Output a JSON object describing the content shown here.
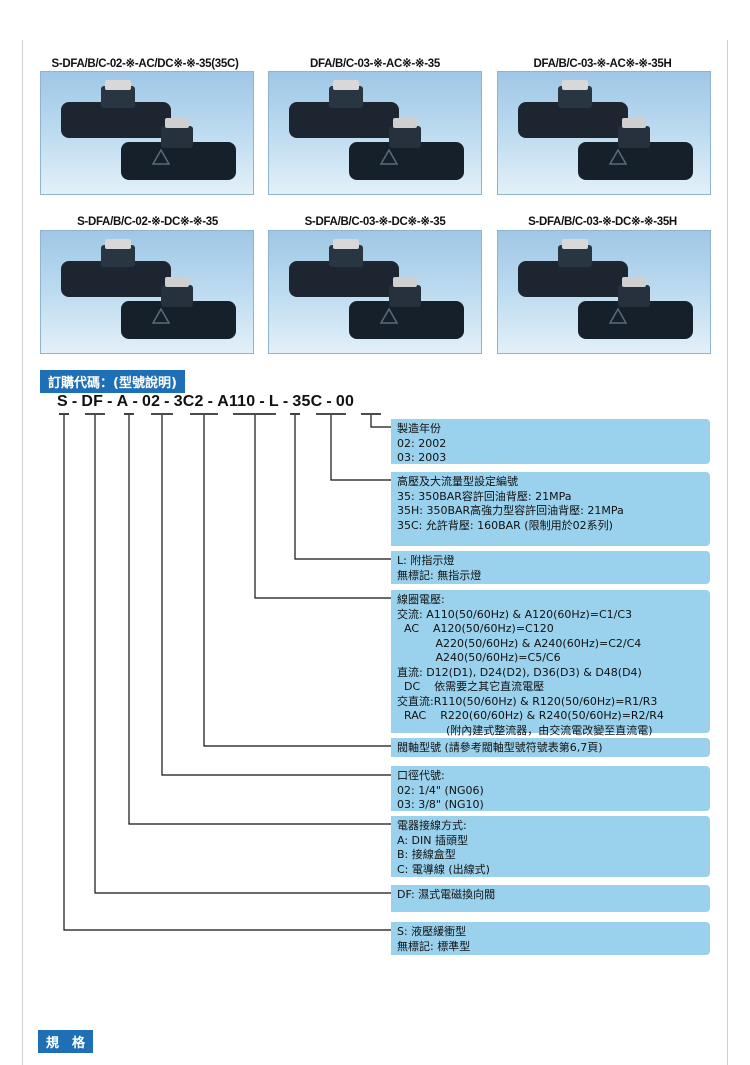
{
  "captions": [
    "S-DFA/B/C-02-※-AC/DC※-※-35(35C)",
    "DFA/B/C-03-※-AC※-※-35",
    "DFA/B/C-03-※-AC※-※-35H",
    "S-DFA/B/C-02-※-DC※-※-35",
    "S-DFA/B/C-03-※-DC※-※-35",
    "S-DFA/B/C-03-※-DC※-※-35H"
  ],
  "order_title": "訂購代碼：(型號說明)",
  "code_parts": [
    "S",
    "-",
    "DF",
    "-",
    "A",
    "-",
    "02",
    "-",
    "3C2",
    "-",
    "A110",
    "-",
    "L",
    "-",
    "35C",
    "-",
    "00"
  ],
  "boxes": [
    {
      "lines": [
        "製造年份",
        "02: 2002",
        "03: 2003"
      ]
    },
    {
      "lines": [
        "高壓及大流量型設定編號",
        "35: 350BAR容許回油背壓: 21MPa",
        "35H: 350BAR高強力型容許回油背壓: 21MPa",
        "35C: 允許背壓: 160BAR (限制用於02系列)"
      ]
    },
    {
      "lines": [
        "L: 附指示燈",
        "無標記: 無指示燈"
      ]
    },
    {
      "lines": [
        "線圈電壓:",
        "交流: A110(50/60Hz) & A120(60Hz)=C1/C3",
        "  AC    A120(50/60Hz)=C120",
        "           A220(50/60Hz) & A240(60Hz)=C2/C4",
        "           A240(50/60Hz)=C5/C6",
        "直流: D12(D1), D24(D2), D36(D3) & D48(D4)",
        "  DC    依需要之其它直流電壓",
        "交直流:R110(50/60Hz) & R120(50/60Hz)=R1/R3",
        "  RAC    R220(60/60Hz) & R240(50/60Hz)=R2/R4",
        "              (附內建式整流器，由交流電改變至直流電)"
      ]
    },
    {
      "lines": [
        "閥軸型號 (請參考閥軸型號符號表第6,7頁)"
      ]
    },
    {
      "lines": [
        "口徑代號:",
        "02: 1/4\" (NG06)",
        "03: 3/8\" (NG10)"
      ]
    },
    {
      "lines": [
        "電器接線方式:",
        "A: DIN 插頭型",
        "B: 接線盒型",
        "C: 電導線 (出線式)"
      ]
    },
    {
      "lines": [
        "DF: 濕式電磁換向閥"
      ]
    },
    {
      "lines": [
        "S: 液壓緩衝型",
        "無標記: 標準型"
      ]
    }
  ],
  "spec_title": "規　格",
  "colors": {
    "accent": "#1f6fb6",
    "box": "#9ad2ee"
  }
}
